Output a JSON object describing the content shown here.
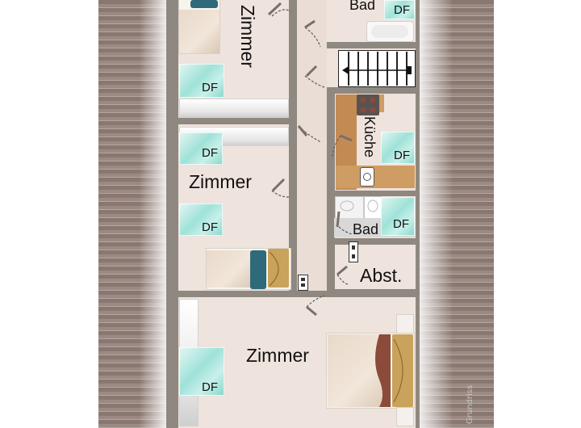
{
  "rooms": {
    "zimmer_top": "Zimmer",
    "bad_top": "Bad",
    "kueche": "Küche",
    "zimmer_mid": "Zimmer",
    "bad_mid": "Bad",
    "abst": "Abst.",
    "zimmer_bottom": "Zimmer"
  },
  "windows": {
    "label": "DF"
  },
  "brand": "Grundriss",
  "colors": {
    "floor": "#efe3dd",
    "wall": "#8f8880",
    "roof": "#8a7770",
    "window": "#9fe2d8",
    "bed_pillow": "#2f6a7a",
    "kitchen_counter": "#cf9c63",
    "bed_wood": "#c9a25b"
  },
  "icons": {
    "door": "door-swing-icon",
    "stairs": "stairs-icon",
    "stove": "stove-icon",
    "socket": "power-socket-icon"
  }
}
